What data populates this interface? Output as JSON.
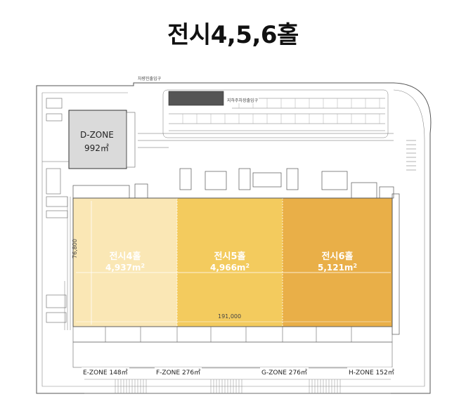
{
  "title": "전시4,5,6홀",
  "halls": [
    {
      "name": "전시4홀",
      "area": "4,937m",
      "area_sup": "2",
      "color": "#FAE7B5"
    },
    {
      "name": "전시5홀",
      "area": "4,966m",
      "area_sup": "2",
      "color": "#F3CB5E"
    },
    {
      "name": "전시6홀",
      "area": "5,121m",
      "area_sup": "2",
      "color": "#E9AF48"
    }
  ],
  "dimensions": {
    "width": "191,000",
    "height": "76,800"
  },
  "d_zone": {
    "name": "D-ZONE",
    "area": "992㎡"
  },
  "zones": [
    {
      "label": "E-ZONE 148㎡"
    },
    {
      "label": "F-ZONE 276㎡"
    },
    {
      "label": "G-ZONE 276㎡"
    },
    {
      "label": "H-ZONE 152㎡"
    }
  ],
  "small_labels": {
    "vehicle_entrance": "차량진출입구",
    "parking_entrance": "지하주차장출입구"
  },
  "colors": {
    "hall4": "#FAE7B5",
    "hall5": "#F3CB5E",
    "hall6": "#E9AF48",
    "dzone": "#DADADA",
    "line": "#555555"
  }
}
